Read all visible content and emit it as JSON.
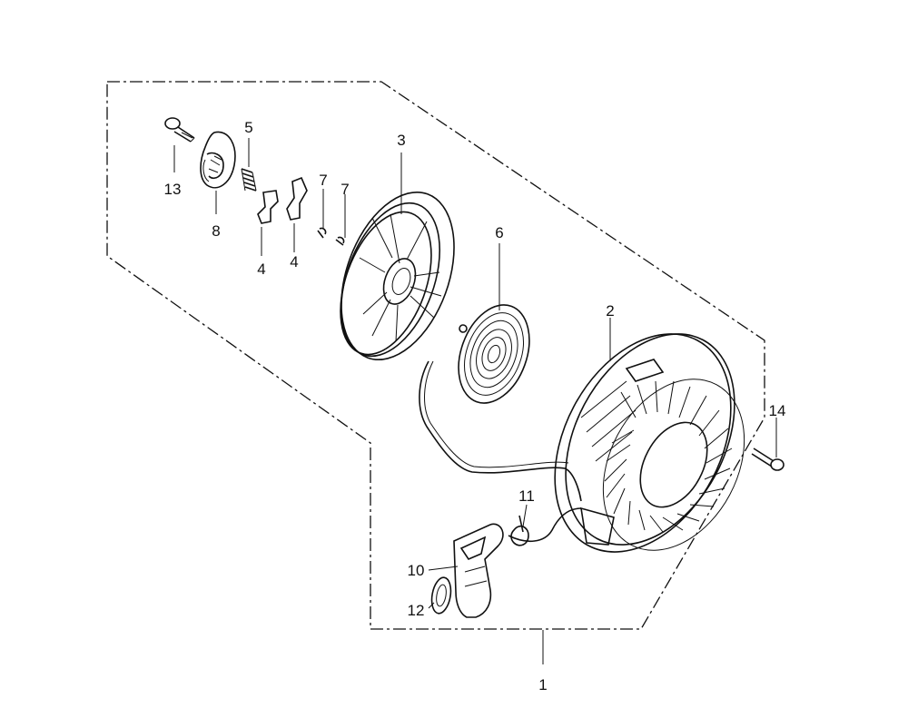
{
  "callouts": {
    "p1": "1",
    "p2": "2",
    "p3": "3",
    "p4a": "4",
    "p4b": "4",
    "p5": "5",
    "p6": "6",
    "p7a": "7",
    "p7b": "7",
    "p8": "8",
    "p10": "10",
    "p11": "11",
    "p12": "12",
    "p13": "13",
    "p14": "14"
  }
}
